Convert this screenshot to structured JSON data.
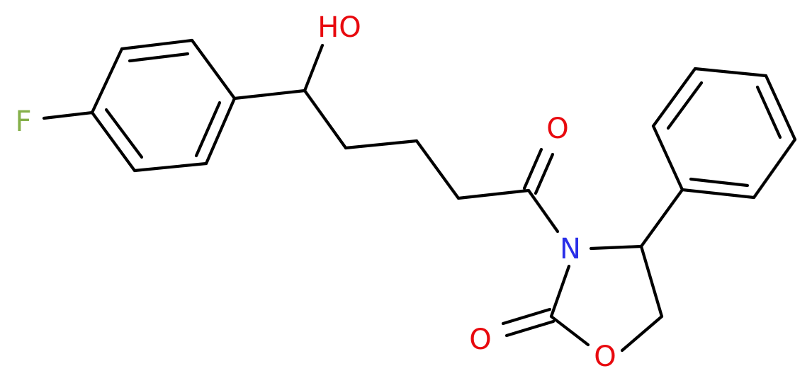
{
  "structure": {
    "colors": {
      "bond": "#000000",
      "fluorine": "#85B04A",
      "oxygen": "#E8090E",
      "nitrogen": "#2A2FE8"
    },
    "labels": {
      "fluorine": "F",
      "hydroxyl": "HO",
      "ketone_oxygen": "O",
      "nitrogen": "N",
      "carbonyl_oxygen": "O",
      "ring_oxygen": "O"
    }
  }
}
